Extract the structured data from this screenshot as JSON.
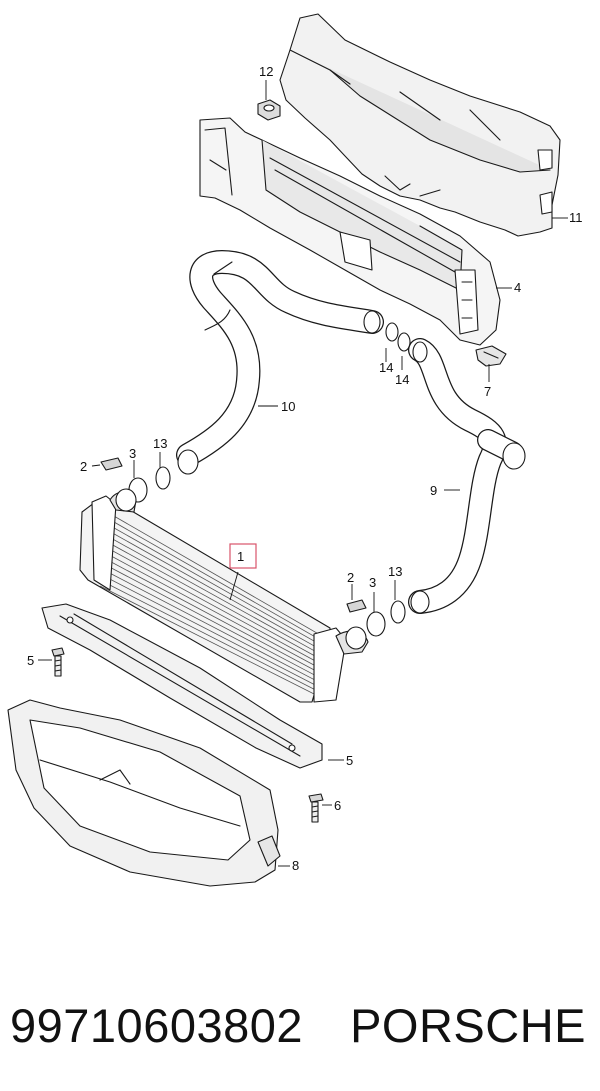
{
  "diagram": {
    "callouts": {
      "c1": "1",
      "c2a": "2",
      "c2b": "2",
      "c3a": "3",
      "c3b": "3",
      "c4": "4",
      "c5a": "5",
      "c5b": "5",
      "c6": "6",
      "c7": "7",
      "c8": "8",
      "c9": "9",
      "c10": "10",
      "c11": "11",
      "c12": "12",
      "c13a": "13",
      "c13b": "13",
      "c14a": "14",
      "c14b": "14"
    },
    "highlight_color": "#d9536a"
  },
  "footer": {
    "part_number": "99710603802",
    "brand": "PORSCHE"
  }
}
